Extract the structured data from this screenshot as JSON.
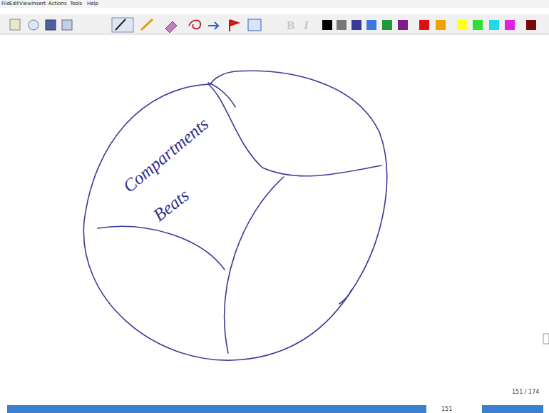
{
  "diagram": {
    "labels": [
      "File",
      "Edit",
      "View",
      "Insert",
      "Actions",
      "Tools",
      "Help",
      "B",
      "I",
      "Compartments",
      "Beats",
      "151 / 174",
      "151"
    ]
  }
}
